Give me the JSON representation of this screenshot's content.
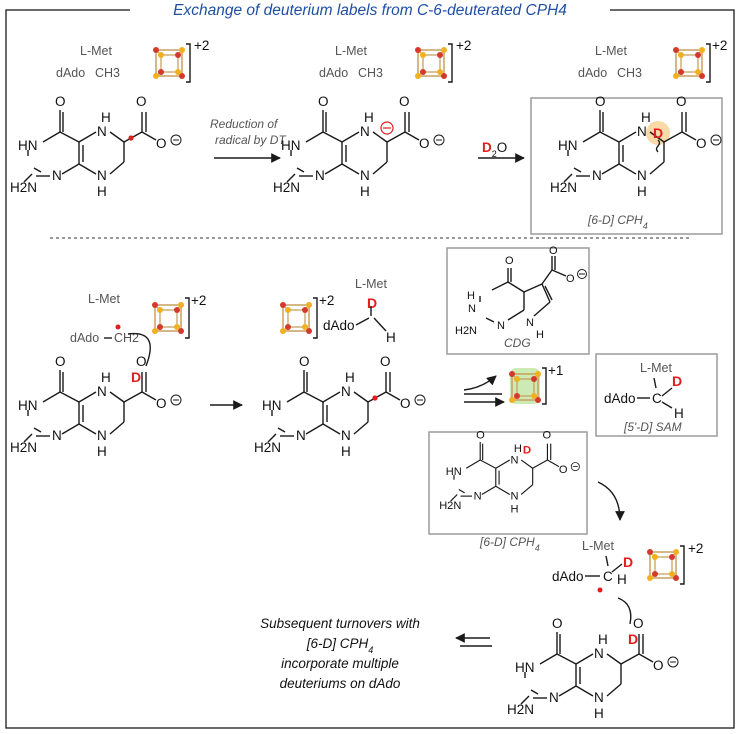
{
  "title": "Exchange of deuterium labels from C-6-deuterated CPH4",
  "cofactor": {
    "met": "L-Met",
    "dado": "dAdo",
    "ch3": "CH3",
    "ch2": "CH2"
  },
  "charges": {
    "plus2": "+2",
    "plus1": "+1"
  },
  "atoms": {
    "O": "O",
    "N": "N",
    "H": "H",
    "NH": "NH",
    "HN": "HN",
    "H2N": "H2N",
    "C": "C",
    "D": "D",
    "D2O": "D2O"
  },
  "step1_label": [
    "Reduction of",
    "radical by DT"
  ],
  "captions": {
    "cph4_6d": "[6-D] CPH4",
    "cdg": "CDG",
    "sam_5d": "[5'-D] SAM"
  },
  "conclusion": [
    "Subsequent turnovers with",
    "[6-D] CPH4",
    "incorporate multiple",
    "deuteriums on dAdo"
  ],
  "colors": {
    "title": "#1f4fa3",
    "deuterium": "#e21d1d",
    "radical": "#e21d1d",
    "cluster_iron": "#d43a2a",
    "cluster_sulfur": "#f0b020",
    "highlight_orange": "#f8d9a8",
    "highlight_green": "#cde9b4"
  }
}
